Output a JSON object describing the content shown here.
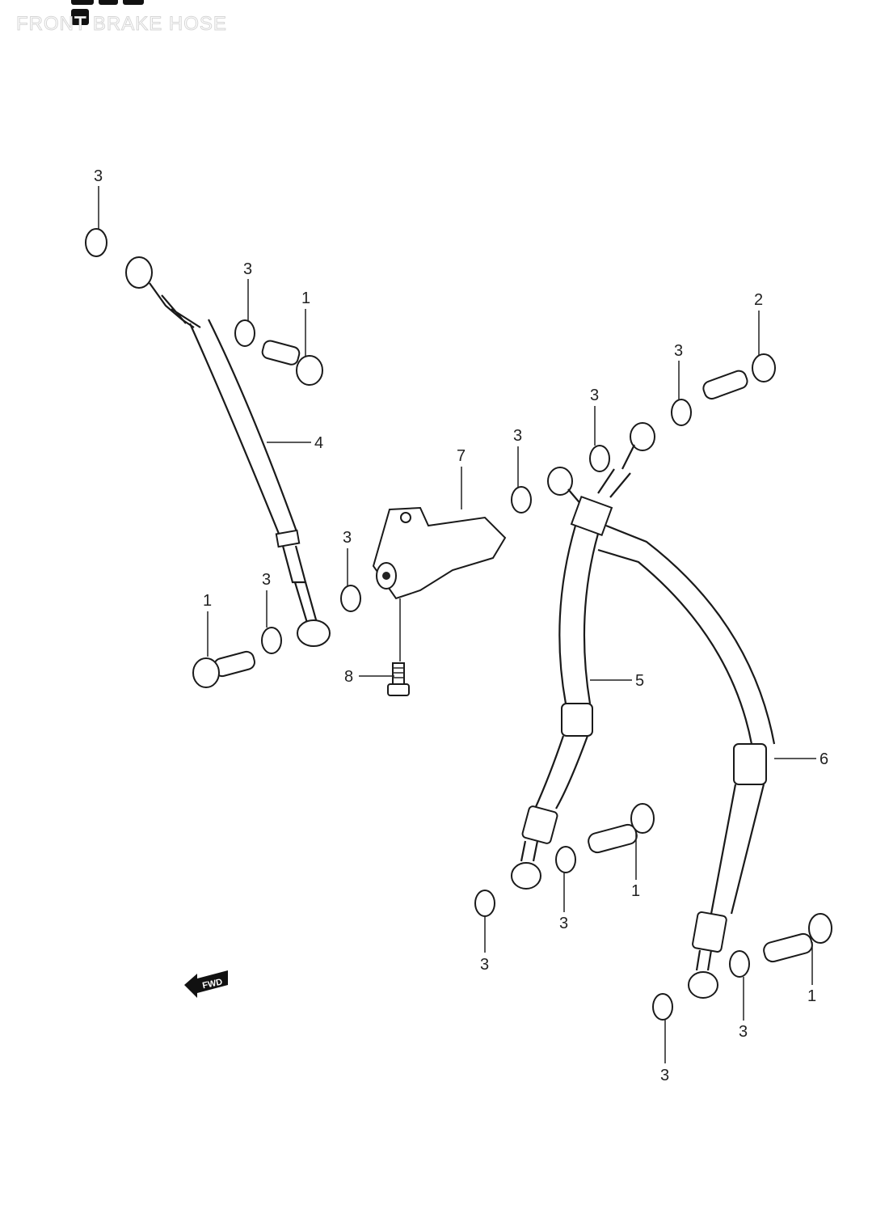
{
  "header": {
    "subtitle": "FRONT BRAKE HOSE"
  },
  "callouts": [
    "3",
    "3",
    "1",
    "4",
    "2",
    "3",
    "3",
    "3",
    "7",
    "3",
    "3",
    "1",
    "8",
    "5",
    "6",
    "1",
    "3",
    "3",
    "1",
    "3",
    "3"
  ],
  "fwd_label": "FWD"
}
